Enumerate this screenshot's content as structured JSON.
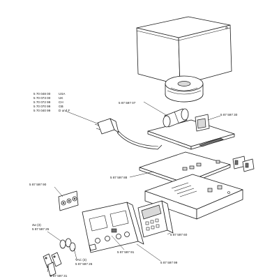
{
  "variants": [
    {
      "part": "5 70 048 00",
      "code": "USA"
    },
    {
      "part": "5 70 073 00",
      "code": "UK"
    },
    {
      "part": "5 70 072 99",
      "code": "CH"
    },
    {
      "part": "5 70 070 99",
      "code": "GB"
    },
    {
      "part": "5 70 040 99",
      "code": "D und F"
    }
  ],
  "callouts": {
    "transformer_pcb": "5 87 597 07",
    "transformer_bracket": "5 87 597 30",
    "main_pcb": "5 87 597 88",
    "rear_panel": "5 87 597 90",
    "display_unit": "5 87 597 60",
    "button": "5 87 597 91",
    "front_panel": "5 87 597 99",
    "knob_4w": "5 87 597 25",
    "knob_4w_note": "4w (3)",
    "knob_vac": "5 87 597 26",
    "knob_vac_note": "VAC (3)",
    "feet": "5 87 597 31"
  }
}
